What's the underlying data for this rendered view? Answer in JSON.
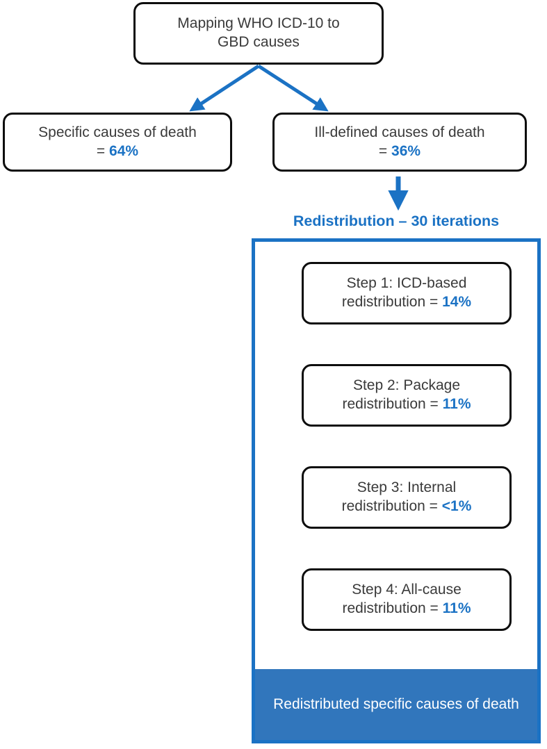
{
  "diagram": {
    "title": "Mapping WHO ICD-10 to GBD causes redistribution flowchart",
    "colors": {
      "accent_blue": "#1b72c4",
      "fill_blue": "#3176bc",
      "node_border": "#0d0d0d",
      "text_gray": "#3a3a3a",
      "background": "#ffffff"
    }
  },
  "nodes": {
    "root": {
      "line1": "Mapping WHO ICD-10 to",
      "line2": "GBD causes"
    },
    "specific_causes": {
      "line1": "Specific causes of death",
      "prefix": "= ",
      "value": "64%"
    },
    "ill_defined_causes": {
      "line1": "Ill-defined causes of death",
      "prefix": "= ",
      "value": "36%"
    }
  },
  "redistribution": {
    "heading": "Redistribution – 30 iterations",
    "steps": [
      {
        "line1": "Step 1: ICD-based",
        "prefix": "redistribution = ",
        "value": "14%"
      },
      {
        "line1": "Step 2: Package",
        "prefix": "redistribution = ",
        "value": "11%"
      },
      {
        "line1": "Step 3: Internal",
        "prefix": "redistribution = ",
        "value": "<1%"
      },
      {
        "line1": "Step 4: All-cause",
        "prefix": "redistribution = ",
        "value": "11%"
      }
    ],
    "result": {
      "line1": "Redistributed specific causes of",
      "line2": "death"
    }
  },
  "connectors": {
    "root_to_specific": "diagonal-arrow-down-left",
    "root_to_ill_defined": "diagonal-arrow-down-right",
    "ill_defined_to_redistribution": "arrow-down",
    "step1_to_step2": "arrow-down",
    "step2_to_step3": "arrow-down",
    "step3_to_step4": "arrow-down",
    "step4_to_result": "arrow-down"
  }
}
